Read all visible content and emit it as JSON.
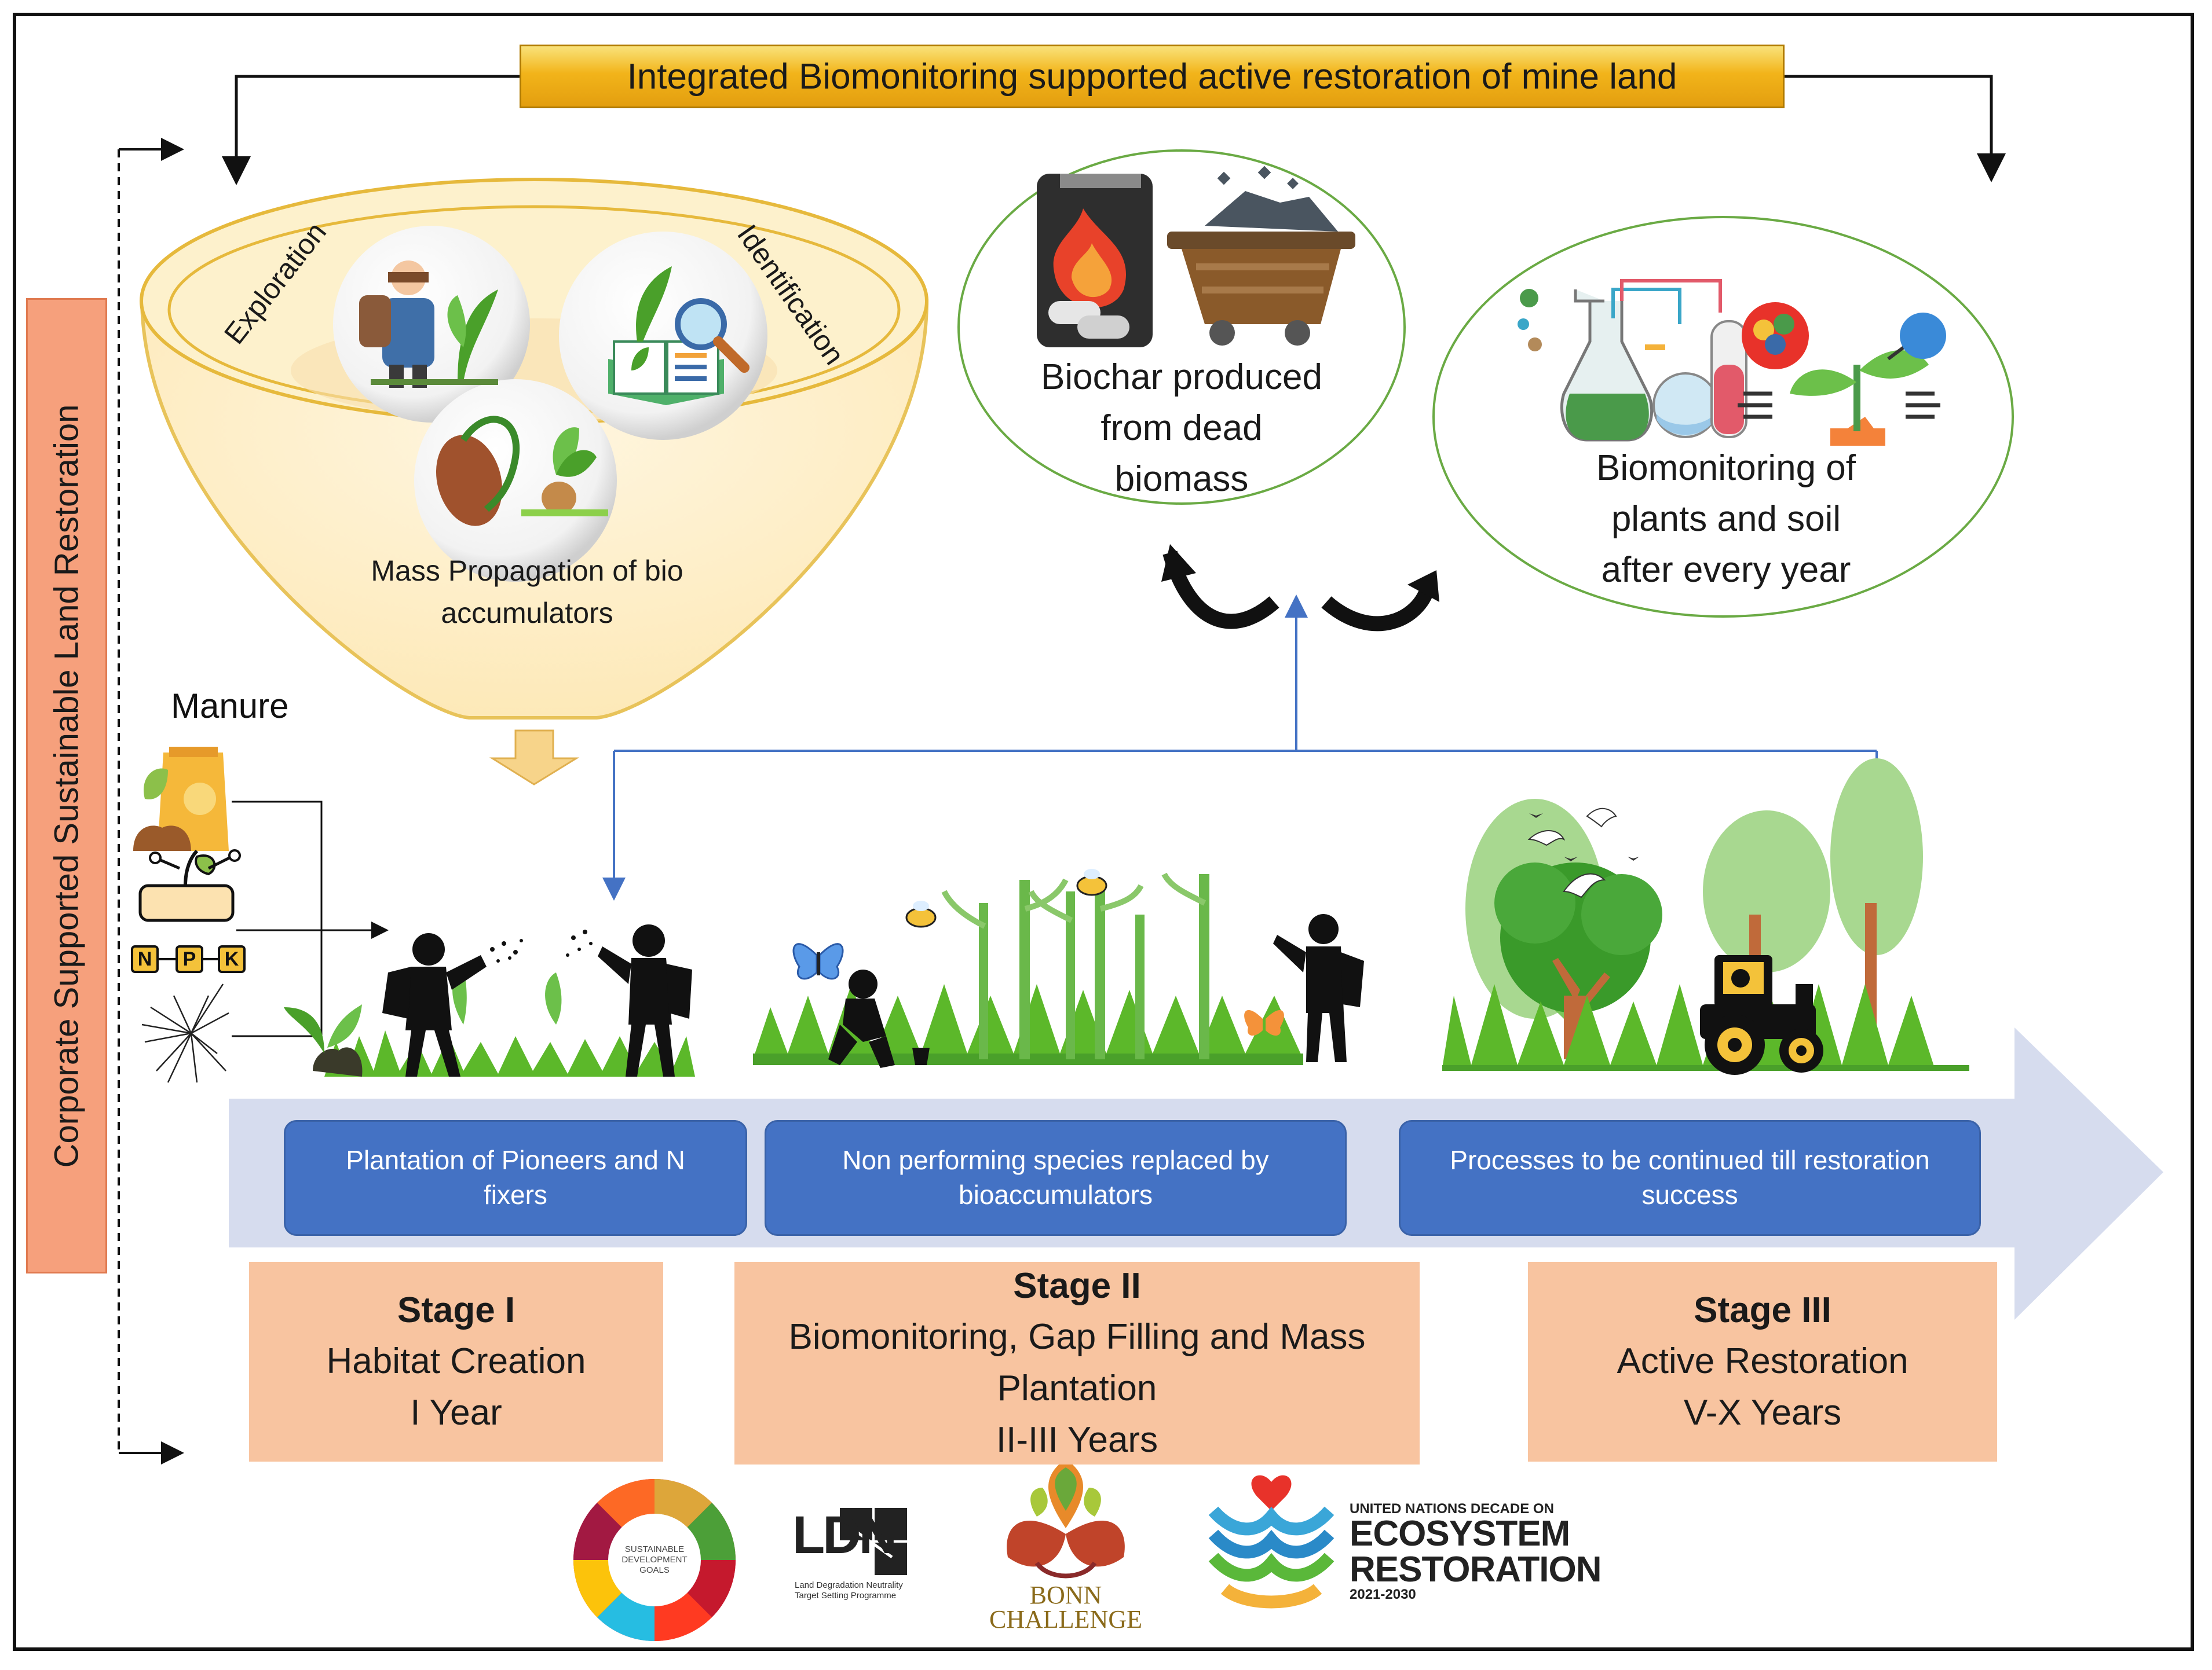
{
  "title": "Integrated Biomonitoring supported active restoration of mine land",
  "side_label": "Corporate Supported Sustainable Land Restoration",
  "funnel": {
    "left_label": "Exploration",
    "right_label": "Identification",
    "bottom_label_line1": "Mass Propagation of bio",
    "bottom_label_line2": "accumulators"
  },
  "manure_label": "Manure",
  "npk_letters": [
    "N",
    "P",
    "K"
  ],
  "biochar": {
    "line1": "Biochar produced",
    "line2": "from dead",
    "line3": "biomass"
  },
  "biomonitoring": {
    "line1": "Biomonitoring of",
    "line2": "plants and soil",
    "line3": "after every year"
  },
  "process_boxes": [
    {
      "line1": "Plantation of Pioneers and N",
      "line2": "fixers"
    },
    {
      "line1": "Non performing species replaced by",
      "line2": "bioaccumulators"
    },
    {
      "line1": "Processes to be continued till  restoration",
      "line2": "success"
    }
  ],
  "stages": [
    {
      "name": "Stage I",
      "line1": "Habitat Creation",
      "line2": "I Year",
      "line3": ""
    },
    {
      "name": "Stage II",
      "line1": "Biomonitoring, Gap Filling and Mass",
      "line2": "Plantation",
      "line3": "II-III Years"
    },
    {
      "name": "Stage III",
      "line1": "Active Restoration",
      "line2": "V-X Years",
      "line3": ""
    }
  ],
  "logos": {
    "sdg_line1": "SUSTAINABLE",
    "sdg_line2": "DEVELOPMENT",
    "sdg_line3": "GOALS",
    "ldn": "LDN",
    "ldn_sub1": "Land Degradation Neutrality",
    "ldn_sub2": "Target Setting Programme",
    "bonn_line1": "BONN",
    "bonn_line2": "CHALLENGE",
    "un_line1": "UNITED NATIONS DECADE ON",
    "un_line2": "ECOSYSTEM",
    "un_line3": "RESTORATION",
    "un_line4": "2021-2030"
  },
  "colors": {
    "title_bar": "#f2b41a",
    "side_label": "#f6a07c",
    "process_box": "#4472c4",
    "stage_box": "#f8c4a0",
    "timeline_arrow": "#d6dcee",
    "connector": "#4472c4",
    "grass": "#5cb82a"
  }
}
